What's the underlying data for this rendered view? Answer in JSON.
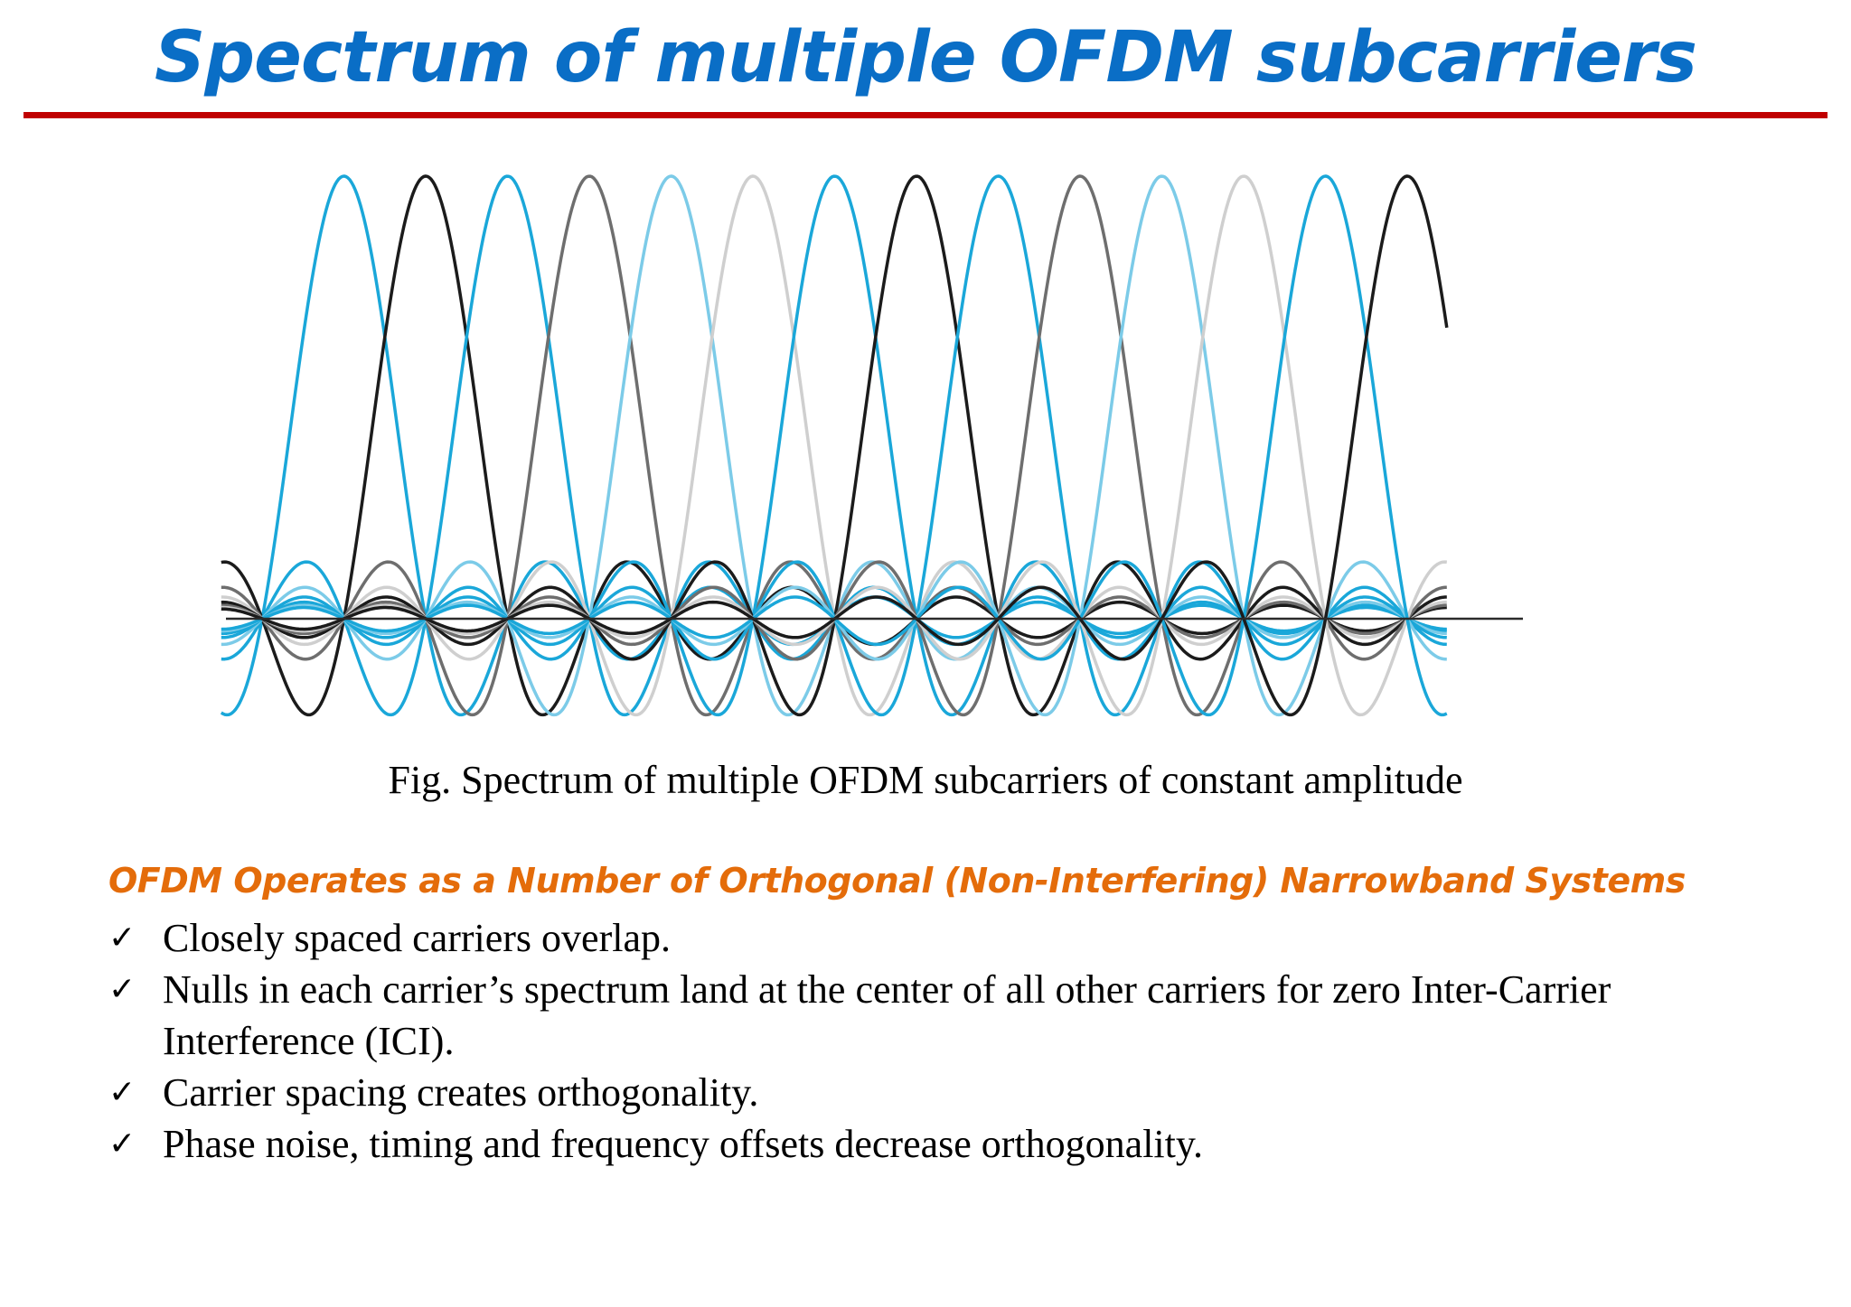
{
  "slide": {
    "title": "Spectrum of multiple OFDM subcarriers",
    "accent_color": "#0a6ec6",
    "rule_color": "#c00000"
  },
  "figure": {
    "caption": "Fig. Spectrum of multiple OFDM subcarriers of constant amplitude",
    "subcarrier_count": 14,
    "subcarrier_colors": [
      "#1aa7d9",
      "#1b1b1b",
      "#1aa7d9",
      "#6e6e6e",
      "#7ccbe8",
      "#cfcfcf",
      "#1aa7d9",
      "#1b1b1b",
      "#1aa7d9",
      "#6e6e6e",
      "#7ccbe8",
      "#cfcfcf",
      "#1aa7d9",
      "#1b1b1b"
    ]
  },
  "section": {
    "heading": "OFDM Operates as a Number of Orthogonal (Non-Interfering) Narrowband Systems",
    "heading_color": "#e46c0a",
    "check_glyph": "✓",
    "bullets": [
      "Closely spaced carriers overlap.",
      "Nulls in each carrier’s spectrum land at the center of all other carriers for zero Inter-Carrier Interference (ICI).",
      "Carrier spacing creates orthogonality.",
      "Phase noise, timing and frequency offsets decrease orthogonality."
    ]
  }
}
